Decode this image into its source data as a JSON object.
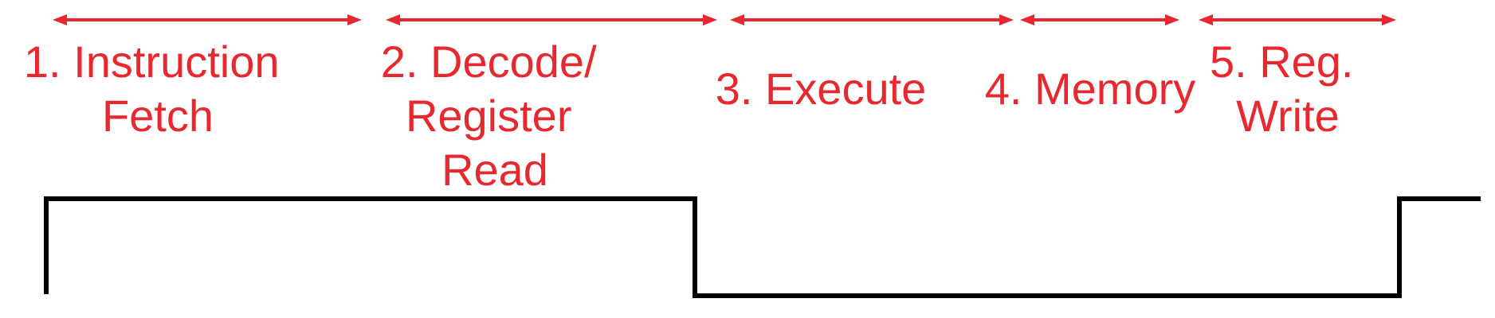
{
  "colors": {
    "stage": "#e8282e",
    "clock": "#000000",
    "background": "#ffffff"
  },
  "stages": [
    {
      "id": "fetch",
      "lines": [
        "1. Instruction",
        "Fetch"
      ]
    },
    {
      "id": "decode",
      "lines": [
        "2. Decode/",
        "Register",
        "Read"
      ]
    },
    {
      "id": "execute",
      "lines": [
        "3. Execute"
      ]
    },
    {
      "id": "memory",
      "lines": [
        "4. Memory"
      ]
    },
    {
      "id": "writeback",
      "lines": [
        "5. Reg.",
        "Write"
      ]
    }
  ],
  "clock_signal": {
    "levels": [
      "high",
      "low",
      "high"
    ]
  }
}
